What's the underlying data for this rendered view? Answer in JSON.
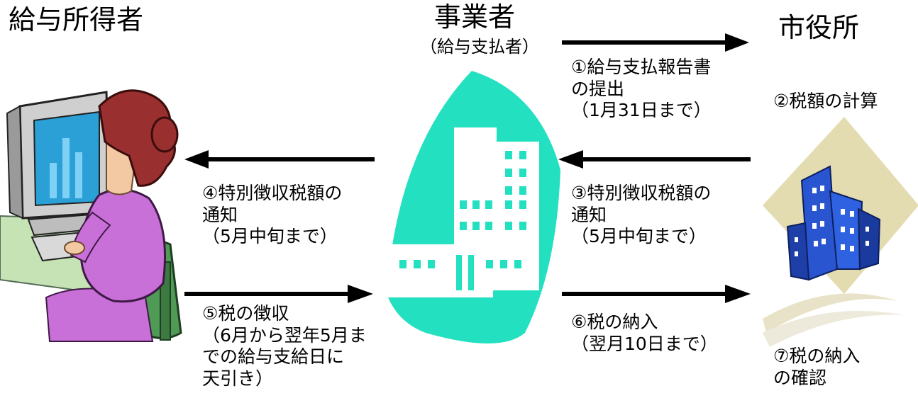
{
  "entities": {
    "employee": "給与所得者",
    "employer": "事業者",
    "employer_sub": "（給与支払者）",
    "city": "市役所"
  },
  "steps": {
    "s1": [
      "①給与支払報告書",
      "の提出",
      "（1月31日まで）"
    ],
    "s2": [
      "②税額の計算"
    ],
    "s3": [
      "③特別徴収税額の",
      "通知",
      "（5月中旬まで）"
    ],
    "s4": [
      "④特別徴収税額の",
      "通知",
      "（5月中旬まで）"
    ],
    "s5": [
      "⑤税の徴収",
      "（6月から翌年5月ま",
      "での給与支給日に",
      "天引き）"
    ],
    "s6": [
      "⑥税の納入",
      "（翌月10日まで）"
    ],
    "s7": [
      "⑦税の納入",
      "の確認"
    ]
  },
  "colors": {
    "arrow": "#000000",
    "building_teal": "#22e0c0",
    "city_diamond": "#e3dcb0",
    "city_building": "#2a55d0",
    "person_sweater": "#c96fd8",
    "chair": "#4f9a55"
  }
}
